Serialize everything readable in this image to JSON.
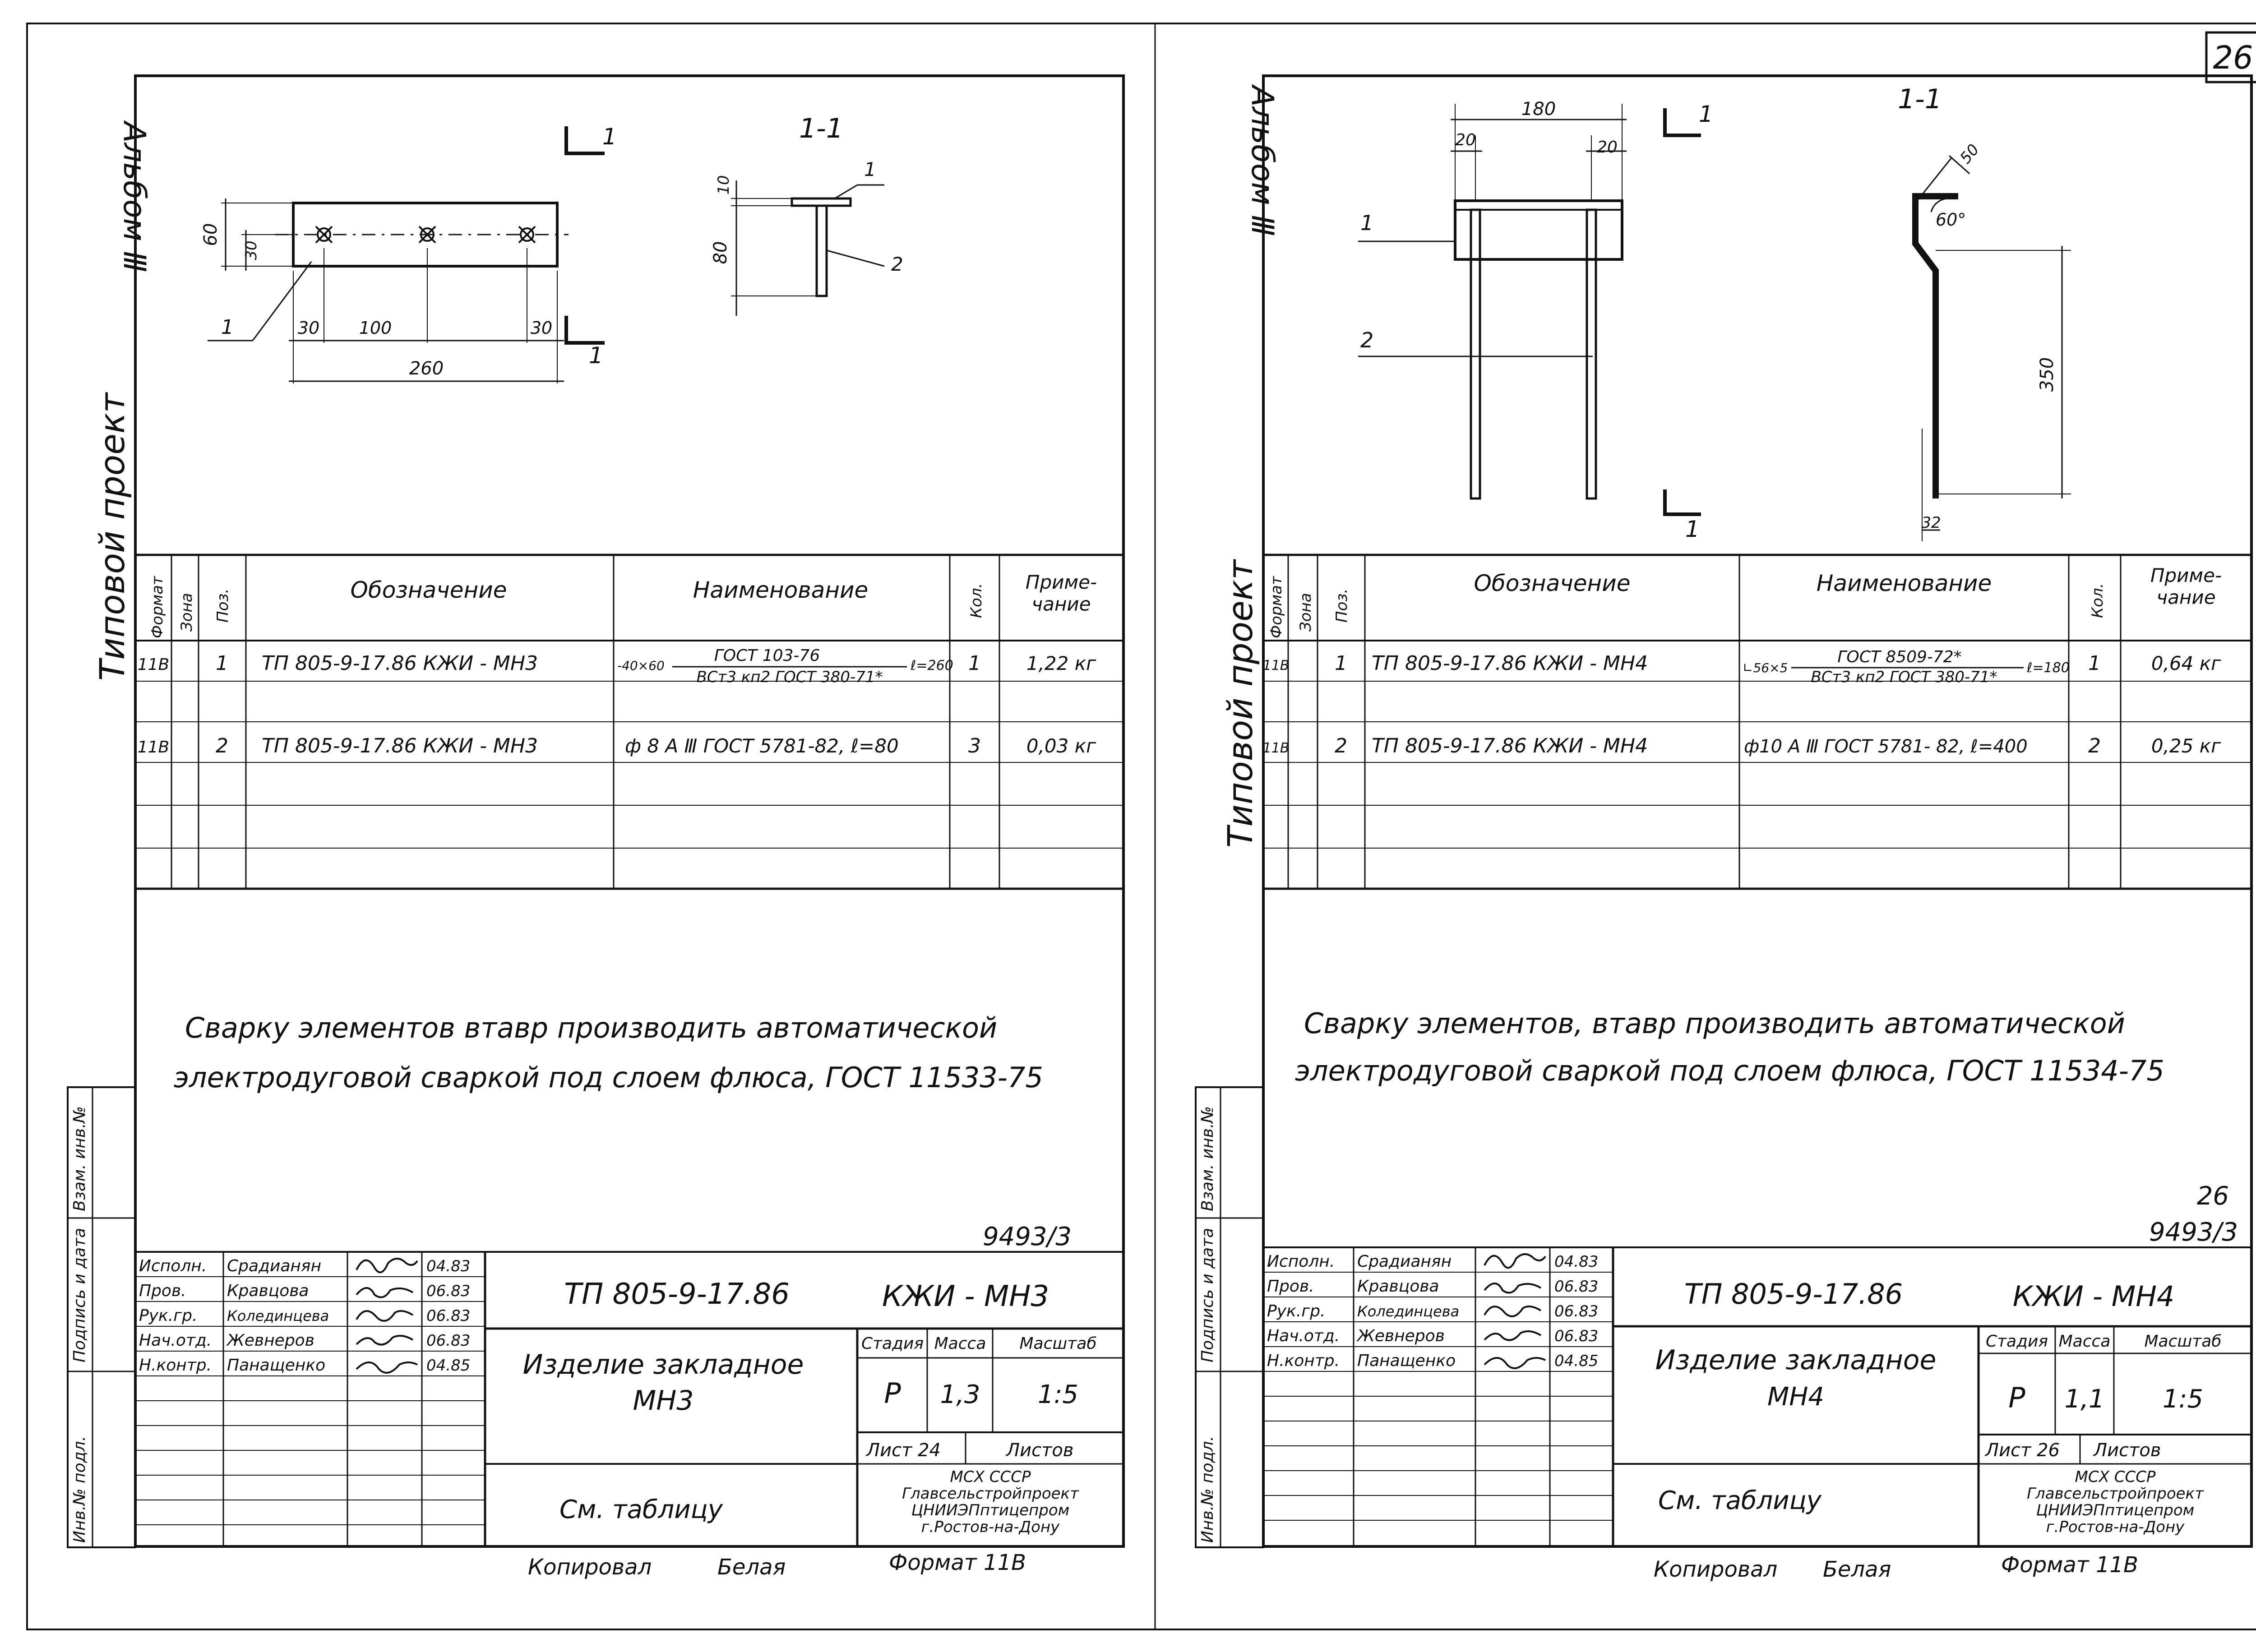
{
  "corner_page_number": "26",
  "sheets": [
    {
      "side_album": "Альбом Ⅲ",
      "side_project": "Типовой  проект",
      "side_stamp_cells": [
        "Инв.№ подл.",
        "Подпись и дата",
        "Взам. инв.№"
      ],
      "drawing": {
        "section_mark": "1",
        "section_title": "1-1",
        "pos1": "1",
        "pos2": "2",
        "dims": [
          "60",
          "30",
          "30",
          "100",
          "30",
          "260",
          "10",
          "80"
        ]
      },
      "spec_headers": [
        "Формат",
        "Зона",
        "Поз.",
        "Обозначение",
        "Наименование",
        "Кол.",
        "Приме-\nчание"
      ],
      "spec_rows": [
        {
          "format": "11В",
          "pos": "1",
          "designation": "ТП 805-9-17.86  КЖИ - МН3",
          "name_prefix": "-40×60",
          "name_top": "ГОСТ 103-76",
          "name_bottom": "ВСт3 кп2 ГОСТ 380-71*",
          "name_suffix": "ℓ=260",
          "name": "",
          "qty": "1",
          "note": "1,22 кг"
        },
        {
          "format": "11В",
          "pos": "2",
          "designation": "ТП 805-9-17.86  КЖИ - МН3",
          "name_prefix": "",
          "name_top": "",
          "name_bottom": "",
          "name_suffix": "",
          "name": "ф 8 А Ⅲ  ГОСТ 5781-82, ℓ=80",
          "qty": "3",
          "note": "0,03 кг"
        }
      ],
      "note_line1": "Сварку элементов втавр производить автоматической",
      "note_line2": "электродуговой сваркой под слоем флюса, ГОСТ 11533-75",
      "archive_number": "9493/3",
      "extra_page_number": "",
      "title_block": {
        "people": [
          {
            "role": "Исполн.",
            "name": "Срадианян",
            "date": "04.83"
          },
          {
            "role": "Пров.",
            "name": "Кравцова",
            "date": "06.83"
          },
          {
            "role": "Рук.гр.",
            "name": "Колединцева",
            "date": "06.83"
          },
          {
            "role": "Нач.отд.",
            "name": "Жевнеров",
            "date": "06.83"
          },
          {
            "role": "Н.контр.",
            "name": "Панащенко",
            "date": "04.85"
          }
        ],
        "doc_code": "ТП 805-9-17.86",
        "doc_mark": "КЖИ - МН3",
        "item_title_line1": "Изделие закладное",
        "item_title_line2": "МН3",
        "head_stage": "Стадия",
        "head_mass": "Масса",
        "head_scale": "Масштаб",
        "stage": "Р",
        "mass": "1,3",
        "scale": "1:5",
        "sheet_label": "Лист 24",
        "sheets_label": "Листов",
        "material": "См. таблицу",
        "org_lines": [
          "МСХ СССР",
          "Главсельстройпроект",
          "ЦНИИЭПптицепром",
          "г.Ростов-на-Дону"
        ]
      },
      "footer_copied": "Копировал",
      "footer_paper": "Белая",
      "footer_format": "Формат 11В"
    },
    {
      "side_album": "Альбом Ⅲ",
      "side_project": "Типовой  проект",
      "side_stamp_cells": [
        "Инв.№ подл.",
        "Подпись и дата",
        "Взам. инв.№"
      ],
      "drawing": {
        "section_mark": "1",
        "section_title": "1-1",
        "pos1": "1",
        "pos2": "2",
        "dims": [
          "180",
          "20",
          "20",
          "50",
          "60°",
          "350",
          "32"
        ]
      },
      "spec_headers": [
        "Формат",
        "Зона",
        "Поз.",
        "Обозначение",
        "Наименование",
        "Кол.",
        "Приме-\nчание"
      ],
      "spec_rows": [
        {
          "format": "11В",
          "pos": "1",
          "designation": "ТП 805-9-17.86 КЖИ - МН4",
          "name_prefix": "∟56×5",
          "name_top": "ГОСТ 8509-72*",
          "name_bottom": "ВСт3 кп2 ГОСТ 380-71*",
          "name_suffix": "ℓ=180",
          "name": "",
          "qty": "1",
          "note": "0,64 кг"
        },
        {
          "format": "11В",
          "pos": "2",
          "designation": "ТП 805-9-17.86 КЖИ - МН4",
          "name_prefix": "",
          "name_top": "",
          "name_bottom": "",
          "name_suffix": "",
          "name": "ф10 А Ⅲ  ГОСТ 5781- 82, ℓ=400",
          "qty": "2",
          "note": "0,25 кг"
        }
      ],
      "note_line1": "Сварку элементов, втавр производить автоматической",
      "note_line2": "электродуговой сваркой под слоем флюса, ГОСТ 11534-75",
      "archive_number": "9493/3",
      "extra_page_number": "26",
      "title_block": {
        "people": [
          {
            "role": "Исполн.",
            "name": "Срадианян",
            "date": "04.83"
          },
          {
            "role": "Пров.",
            "name": "Кравцова",
            "date": "06.83"
          },
          {
            "role": "Рук.гр.",
            "name": "Колединцева",
            "date": "06.83"
          },
          {
            "role": "Нач.отд.",
            "name": "Жевнеров",
            "date": "06.83"
          },
          {
            "role": "Н.контр.",
            "name": "Панащенко",
            "date": "04.85"
          }
        ],
        "doc_code": "ТП 805-9-17.86",
        "doc_mark": "КЖИ - МН4",
        "item_title_line1": "Изделие закладное",
        "item_title_line2": "МН4",
        "head_stage": "Стадия",
        "head_mass": "Масса",
        "head_scale": "Масштаб",
        "stage": "Р",
        "mass": "1,1",
        "scale": "1:5",
        "sheet_label": "Лист 26",
        "sheets_label": "Листов",
        "material": "См. таблицу",
        "org_lines": [
          "МСХ СССР",
          "Главсельстройпроект",
          "ЦНИИЭПптицепром",
          "г.Ростов-на-Дону"
        ]
      },
      "footer_copied": "Копировал",
      "footer_paper": "Белая",
      "footer_format": "Формат 11В"
    }
  ]
}
